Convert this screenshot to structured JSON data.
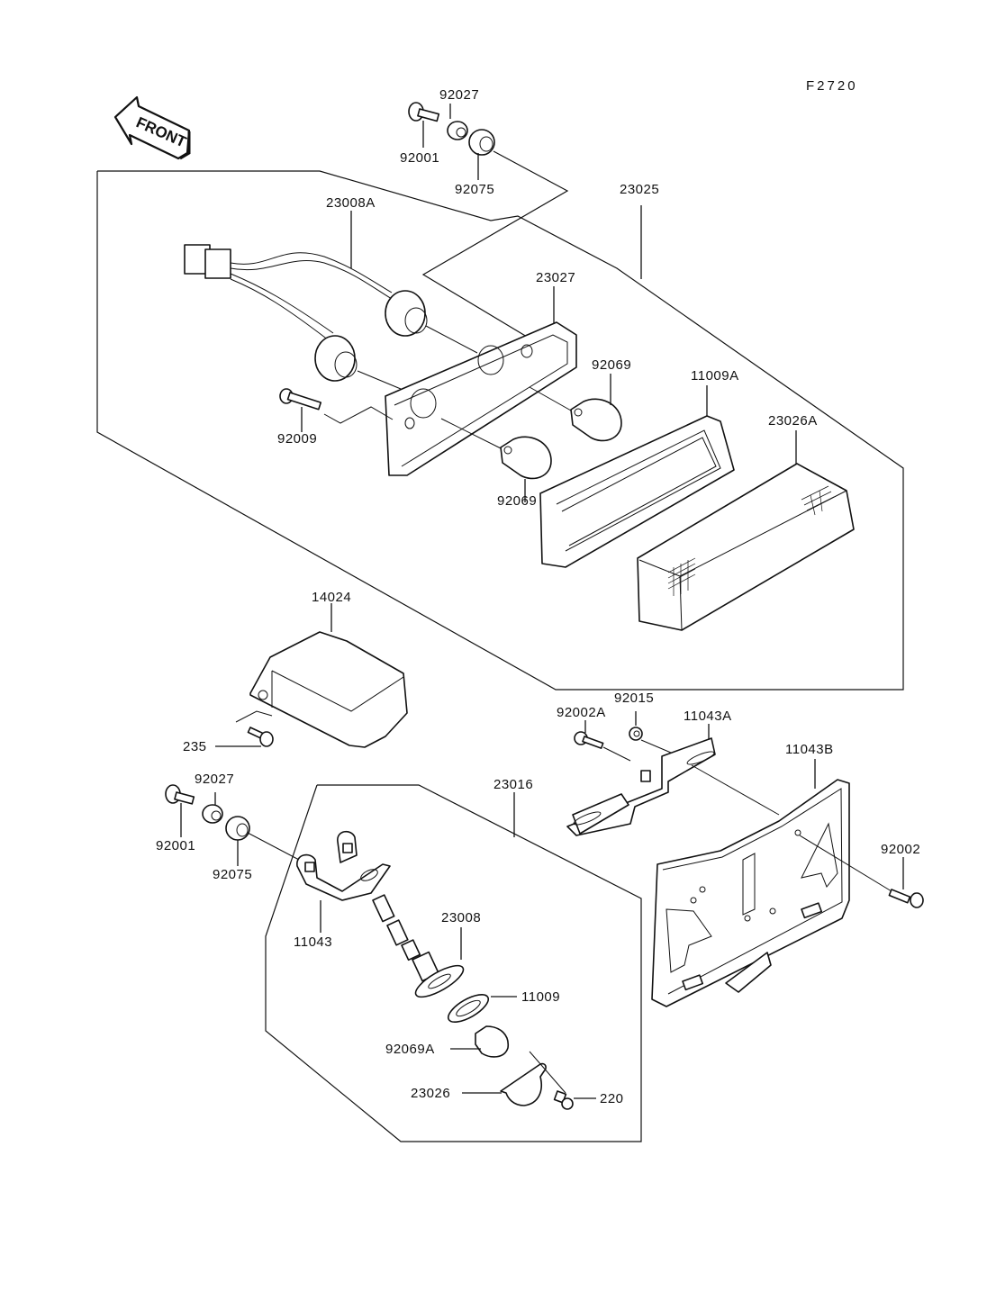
{
  "figure_id": "F2720",
  "direction_indicator": {
    "text": "FRONT",
    "icon": "front-arrow-icon"
  },
  "groups": {
    "tail_light_assembly": {
      "part_no": "23025"
    },
    "license_light_assembly": {
      "part_no": "23016"
    }
  },
  "labels": {
    "l_92027_top": "92027",
    "l_92001_top": "92001",
    "l_92075_top": "92075",
    "l_23008A": "23008A",
    "l_23025": "23025",
    "l_23027": "23027",
    "l_92069_a": "92069",
    "l_11009A": "11009A",
    "l_23026A": "23026A",
    "l_92009": "92009",
    "l_92069_b": "92069",
    "l_14024": "14024",
    "l_235": "235",
    "l_92015": "92015",
    "l_92002A": "92002A",
    "l_11043A": "11043A",
    "l_11043B": "11043B",
    "l_92027_bot": "92027",
    "l_92001_bot": "92001",
    "l_92075_bot": "92075",
    "l_23016": "23016",
    "l_11043": "11043",
    "l_23008": "23008",
    "l_92002": "92002",
    "l_11009": "11009",
    "l_92069A": "92069A",
    "l_23026": "23026",
    "l_220": "220"
  }
}
